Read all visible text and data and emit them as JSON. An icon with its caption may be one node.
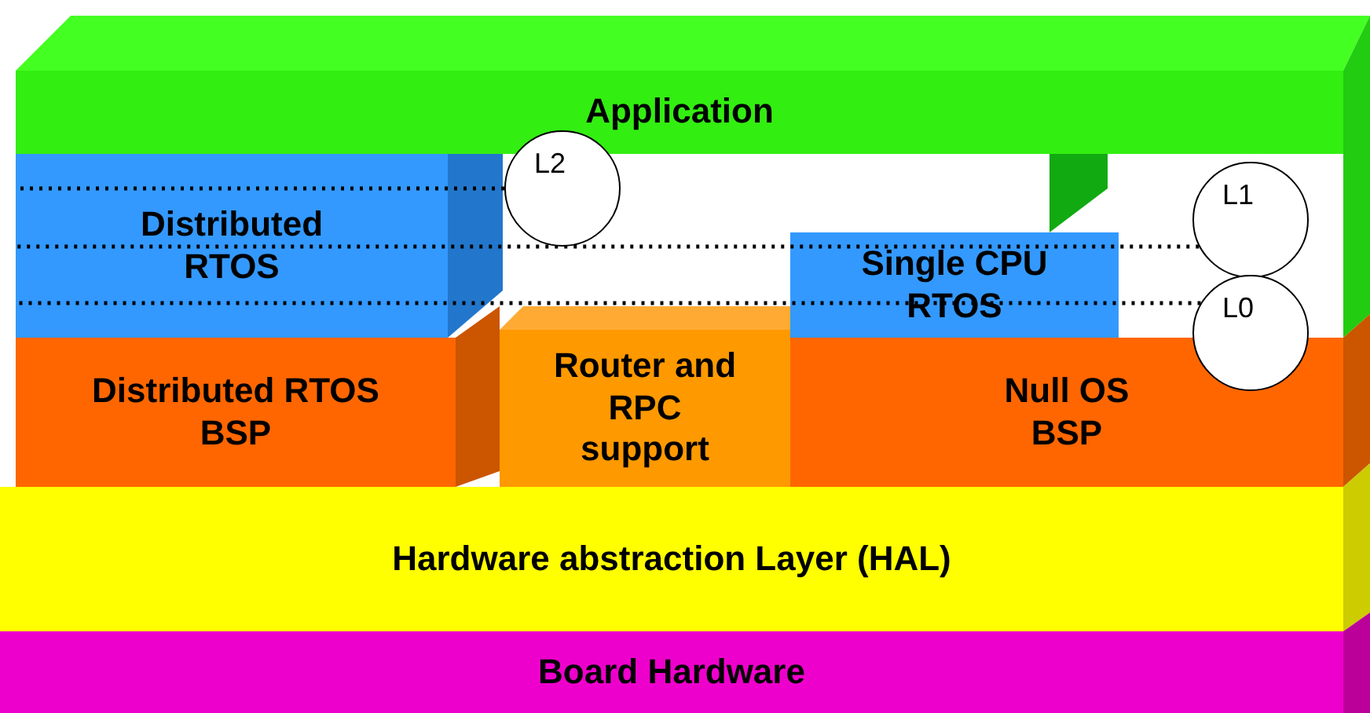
{
  "diagram": {
    "nodes": [
      {
        "text": [
          "Application"
        ]
      },
      {
        "text": [
          "Distributed RTOS"
        ]
      },
      {
        "text": [
          "L2"
        ]
      },
      {
        "text": [
          "L1"
        ]
      },
      {
        "text": [
          "Single CPU RTOS"
        ]
      },
      {
        "text": [
          "L0"
        ]
      },
      {
        "text": [
          "Distributed RTOS BSP"
        ]
      },
      {
        "text": [
          "Router and RPC support"
        ]
      },
      {
        "text": [
          "Null OS BSP"
        ]
      },
      {
        "text": [
          "Hardware abstraction Layer (HAL)"
        ]
      },
      {
        "text": [
          "Board Hardware"
        ]
      }
    ],
    "edges": [
      {
        "from": 2,
        "to": 1,
        "arrow": "none",
        "style": "dashed"
      },
      {
        "from": 3,
        "to": 1,
        "arrow": "none",
        "style": "dashed"
      },
      {
        "from": 5,
        "to": 1,
        "arrow": "none",
        "style": "dashed"
      }
    ]
  }
}
